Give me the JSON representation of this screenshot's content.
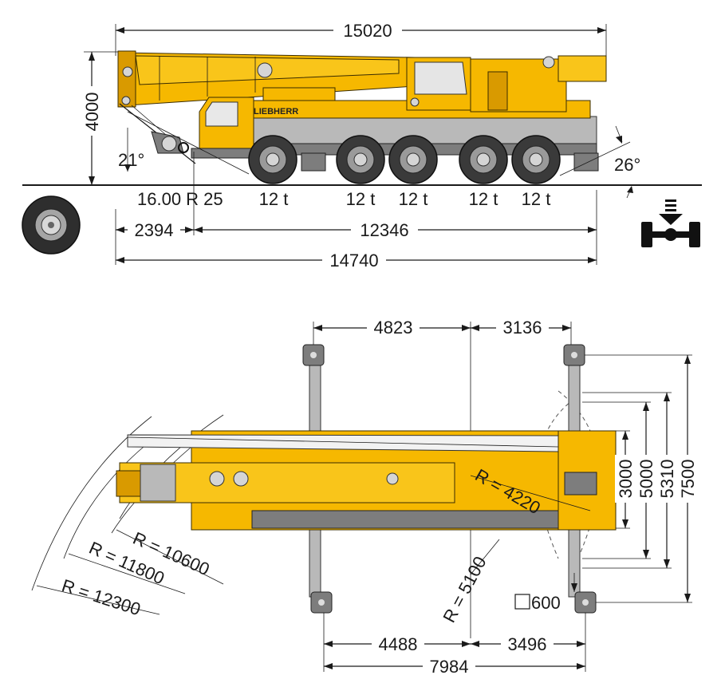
{
  "side_view": {
    "overall_length_boom": "15020",
    "height": "4000",
    "approach_angle": "21°",
    "departure_angle": "26°",
    "tire_size": "16.00 R 25",
    "axle_loads": [
      "12 t",
      "12 t",
      "12 t",
      "12 t",
      "12 t"
    ],
    "front_overhang": "2394",
    "wheelbase_span": "12346",
    "vehicle_length": "14740",
    "brand": "LIEBHERR"
  },
  "top_view": {
    "outrigger_front": "4823",
    "outrigger_rear": "3136",
    "width_3000": "3000",
    "width_5000": "5000",
    "width_5310": "5310",
    "width_7500": "7500",
    "radius_tail": "R = 4220",
    "radius_5100": "R = 5100",
    "radius_10600": "R = 10600",
    "radius_11800": "R = 11800",
    "radius_12300": "R = 12300",
    "pad_size": "600",
    "pad_front": "4488",
    "pad_rear": "3496",
    "pad_total": "7984"
  },
  "colors": {
    "crane_yellow": "#f6b800",
    "chassis_grey": "#b9b9b9",
    "outline": "#1a1a1a"
  }
}
